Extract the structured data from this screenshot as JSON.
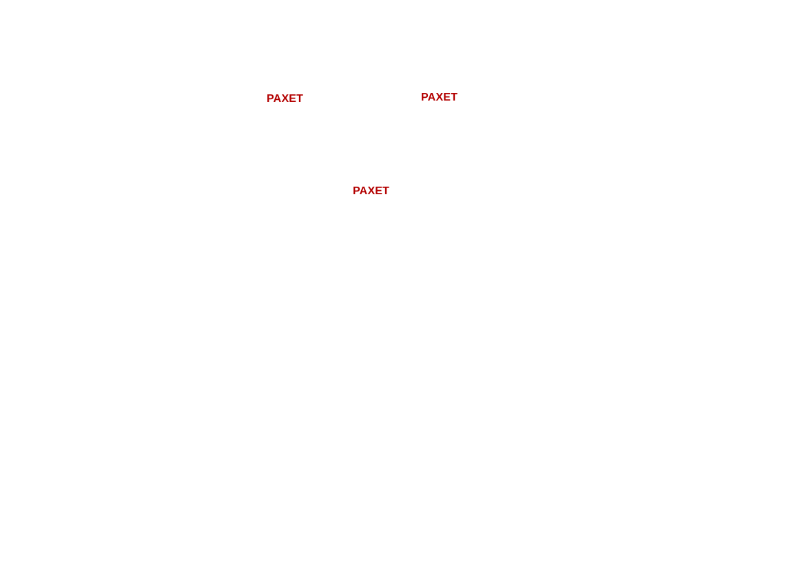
{
  "labels": [
    {
      "text": "PAXET"
    },
    {
      "text": "PAXET"
    },
    {
      "text": "PAXET"
    }
  ],
  "colors": {
    "background": "#ffffff",
    "label": "#b30000"
  }
}
